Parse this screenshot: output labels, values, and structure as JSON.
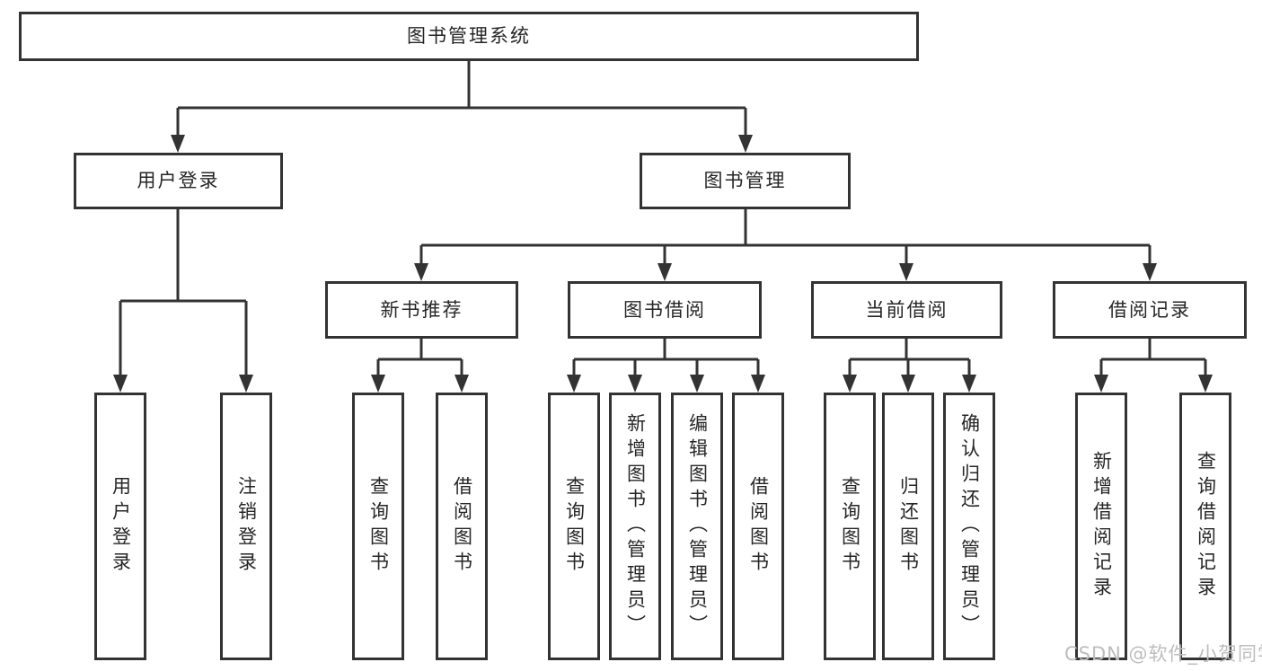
{
  "tree": {
    "root": {
      "label": "图书管理系统"
    },
    "branches": [
      {
        "label": "用户登录",
        "children": [
          {
            "label": "用户登录"
          },
          {
            "label": "注销登录"
          }
        ]
      },
      {
        "label": "图书管理",
        "children": [
          {
            "label": "新书推荐",
            "children": [
              {
                "label": "查询图书"
              },
              {
                "label": "借阅图书"
              }
            ]
          },
          {
            "label": "图书借阅",
            "children": [
              {
                "label": "查询图书"
              },
              {
                "label": "新增图书（管理员）"
              },
              {
                "label": "编辑图书（管理员）"
              },
              {
                "label": "借阅图书"
              }
            ]
          },
          {
            "label": "当前借阅",
            "children": [
              {
                "label": "查询图书"
              },
              {
                "label": "归还图书"
              },
              {
                "label": "确认归还（管理员）"
              }
            ]
          },
          {
            "label": "借阅记录",
            "children": [
              {
                "label": "新增借阅记录"
              },
              {
                "label": "查询借阅记录"
              }
            ]
          }
        ]
      }
    ]
  },
  "watermark": {
    "text": "CSDN @软件_小贺同学"
  },
  "colors": {
    "line": "#333333",
    "box_border": "#333333",
    "text": "#262626",
    "watermark": "#bdbdbd",
    "background": "#ffffff"
  }
}
